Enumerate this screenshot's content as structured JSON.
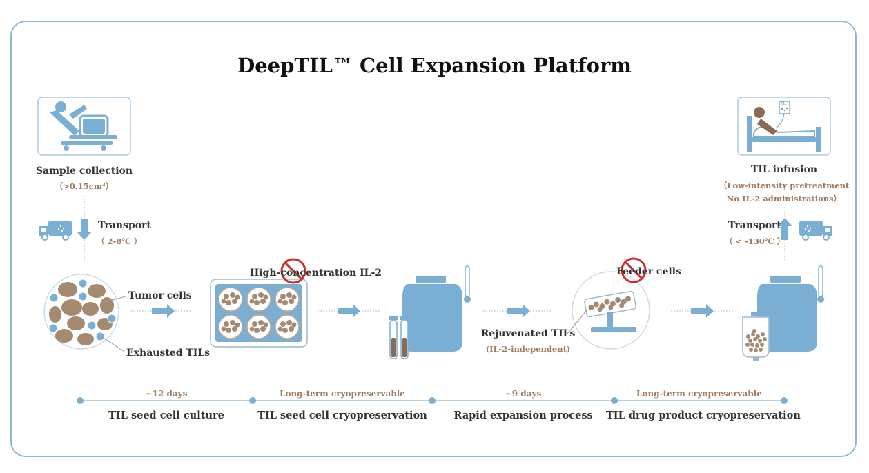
{
  "title": "DeepTIL™ Cell Expansion Platform",
  "sample": {
    "label": "Sample collection",
    "note": "（>0.15cm³）"
  },
  "transport_left": {
    "label": "Transport",
    "note": "（ 2-8℃ ）"
  },
  "transport_right": {
    "label": "Transport",
    "note": "（ < -130℃ ）"
  },
  "infusion": {
    "label": "TIL infusion",
    "note1": "（Low-intensity pretreatment",
    "note2": "No IL-2 administrations）",
    "bag_label": "TIL"
  },
  "cells": {
    "tumor": "Tumor cells",
    "exhausted": "Exhausted TILs"
  },
  "il2": "High-concentration IL-2",
  "feeder": "Feeder cells",
  "rejuvenated": {
    "label": "Rejuvenated TILs",
    "note": "(IL-2-independent)"
  },
  "timeline": {
    "durations": [
      "~12 days",
      "Long-term cryopreservable",
      "~9 days",
      "Long-term cryopreservable"
    ],
    "stages": [
      "TIL seed cell culture",
      "TIL seed cell cryopreservation",
      "Rapid expansion process",
      "TIL drug product cryopreservation"
    ]
  },
  "colors": {
    "primary": "#7aaed3",
    "frame": "#8fb8d6",
    "tan": "#a07a5a",
    "forbidden": "#c9302c",
    "cell_brown": "#a58a72"
  }
}
